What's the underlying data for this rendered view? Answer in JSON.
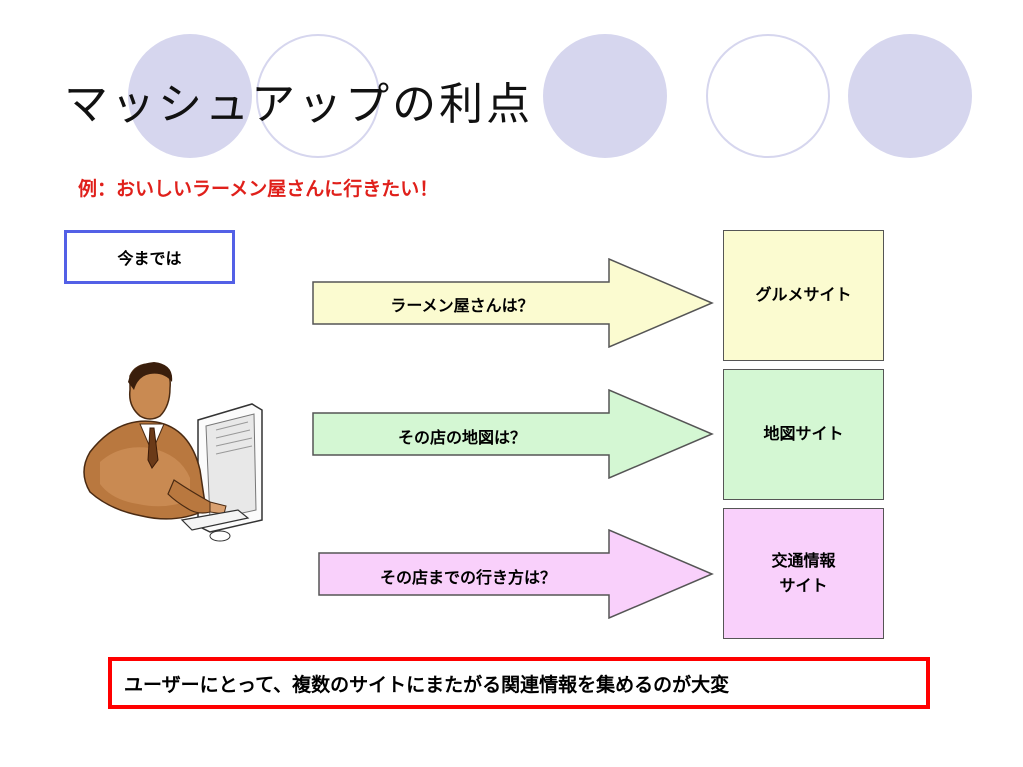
{
  "slide": {
    "title": "マッシュアップの利点",
    "example": "例：おいしいラーメン屋さんに行きたい！",
    "until_now": "今までは",
    "rows": [
      {
        "question": "ラーメン屋さんは？",
        "site": "グルメサイト",
        "color": "#fbfbd0"
      },
      {
        "question": "その店の地図は？",
        "site": "地図サイト",
        "color": "#d4f7d3"
      },
      {
        "question": "その店までの行き方は？",
        "site": "交通情報\nサイト",
        "color": "#f9d0fb"
      }
    ],
    "conclusion": "ユーザーにとって、複数のサイトにまたがる関連情報を集めるのが大変"
  },
  "colors": {
    "accent_red": "#e0201b",
    "frame_blue": "#5360e6",
    "decor_circle": "#d6d6ee"
  },
  "illustration": "person-at-computer-clipart"
}
